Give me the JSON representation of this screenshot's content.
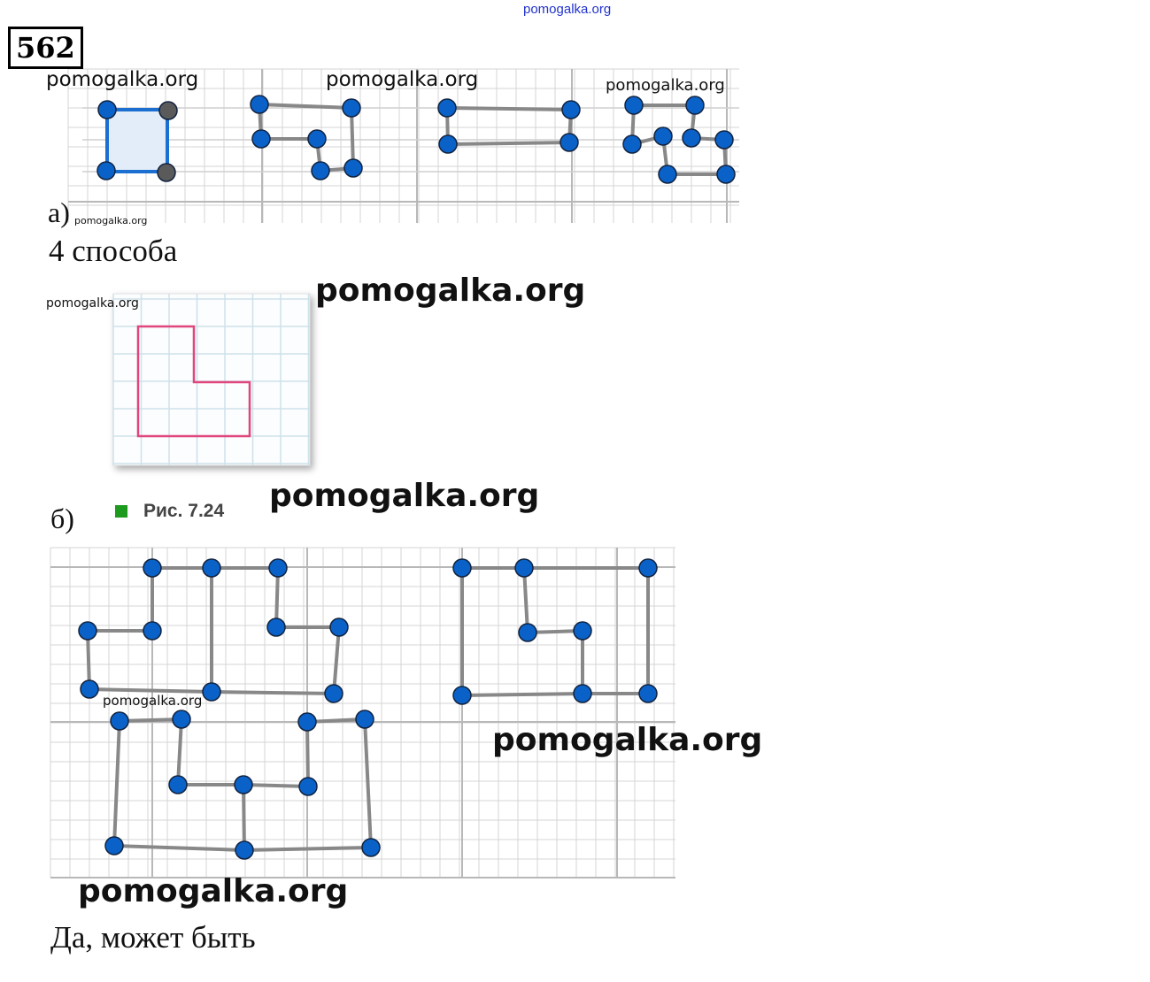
{
  "header": {
    "site_watermark": "pomogalka.org",
    "task_number": "562"
  },
  "part_a": {
    "label": "а)",
    "answer": "4 способа",
    "watermarks": [
      "pomogalka.org",
      "pomogalka.org",
      "pomogalka.org",
      "pomogalka.org"
    ]
  },
  "part_b": {
    "label": "б)",
    "figure_caption": "Рис. 7.24",
    "answer": "Да, может быть",
    "watermarks": [
      "pomogalka.org",
      "pomogalka.org",
      "pomogalka.org",
      "pomogalka.org",
      "pomogalka.org",
      "pomogalka.org"
    ]
  },
  "colors": {
    "dot": "#0a62c8",
    "dot_gray": "#5a5a5a",
    "line": "#888888",
    "grid": "#d4d4d4",
    "pink": "#e0457b",
    "square_fill": "#e3edf9",
    "square_border": "#1a6fd0"
  }
}
